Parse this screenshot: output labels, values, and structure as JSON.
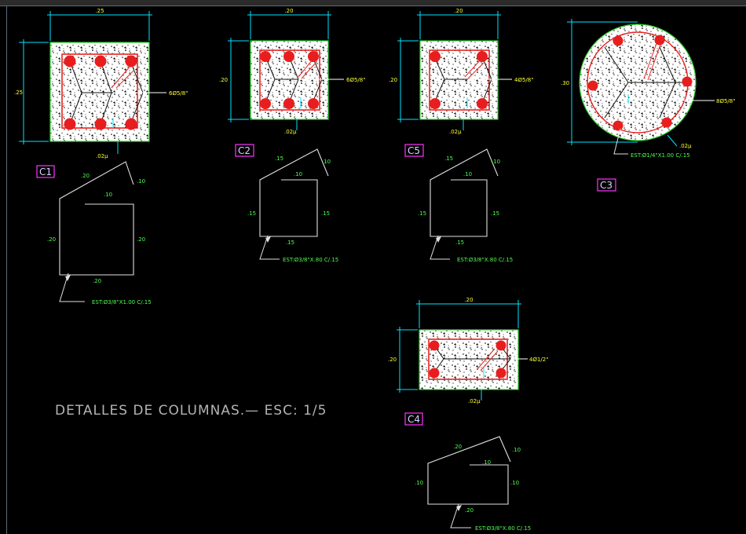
{
  "drawing_title": "DETALLES DE COLUMNAS.— ESC: 1/5",
  "colors": {
    "background": "#000000",
    "concrete_outline": "#2fd52f",
    "rebar": "#e81e1e",
    "stirrup": "#e8231f",
    "dimension": "#00e5ff",
    "dim_text": "#ffff33",
    "label_text": "#d6d6ff",
    "label_box": "#ff33ff",
    "stirrup_text": "#4dff4d",
    "stirrup_line": "#d8d8d8",
    "frame": "#5a6b7a"
  },
  "columns": {
    "c1": {
      "label": "C1",
      "dim_top": ".25",
      "dim_left": ".25",
      "rebar": "6Ø5/8\"",
      "cover": ".02µ",
      "stirrup_dims": {
        "slant_left": ".20",
        "slant_right": ".10",
        "top": ".10",
        "left": ".20",
        "right": ".20",
        "bottom": ".20"
      },
      "stirrup_spec": "EST:Ø3/8\"X1.00 C/.15"
    },
    "c2": {
      "label": "C2",
      "dim_top": ".20",
      "dim_left": ".20",
      "rebar": "6Ø5/8\"",
      "cover": ".02µ",
      "stirrup_dims": {
        "slant_left": ".15",
        "slant_right": ".10",
        "top": ".10",
        "left": ".15",
        "right": ".15",
        "bottom": ".15"
      },
      "stirrup_spec": "EST:Ø3/8\"X.80 C/.15"
    },
    "c5": {
      "label": "C5",
      "dim_top": ".20",
      "dim_left": ".20",
      "rebar": "4Ø5/8\"",
      "cover": ".02µ",
      "stirrup_dims": {
        "slant_left": ".15",
        "slant_right": ".10",
        "top": ".10",
        "left": ".15",
        "right": ".15",
        "bottom": ".15"
      },
      "stirrup_spec": "EST:Ø3/8\"X.80 C/.15"
    },
    "c3": {
      "label": "C3",
      "dim_left": ".30",
      "rebar": "8Ø5/8\"",
      "cover": ".02µ",
      "stirrup_spec": "EST:Ø1/4\"X1.00 C/.15"
    },
    "c4": {
      "label": "C4",
      "dim_top": ".20",
      "dim_left": ".20",
      "rebar": "4Ø1/2\"",
      "cover": ".02µ",
      "stirrup_dims": {
        "slant_left": ".20",
        "slant_right": ".10",
        "top": ".10",
        "left": ".10",
        "right": ".10",
        "bottom": ".20"
      },
      "stirrup_spec": "EST:Ø3/8\"X.80 C/.15"
    }
  }
}
